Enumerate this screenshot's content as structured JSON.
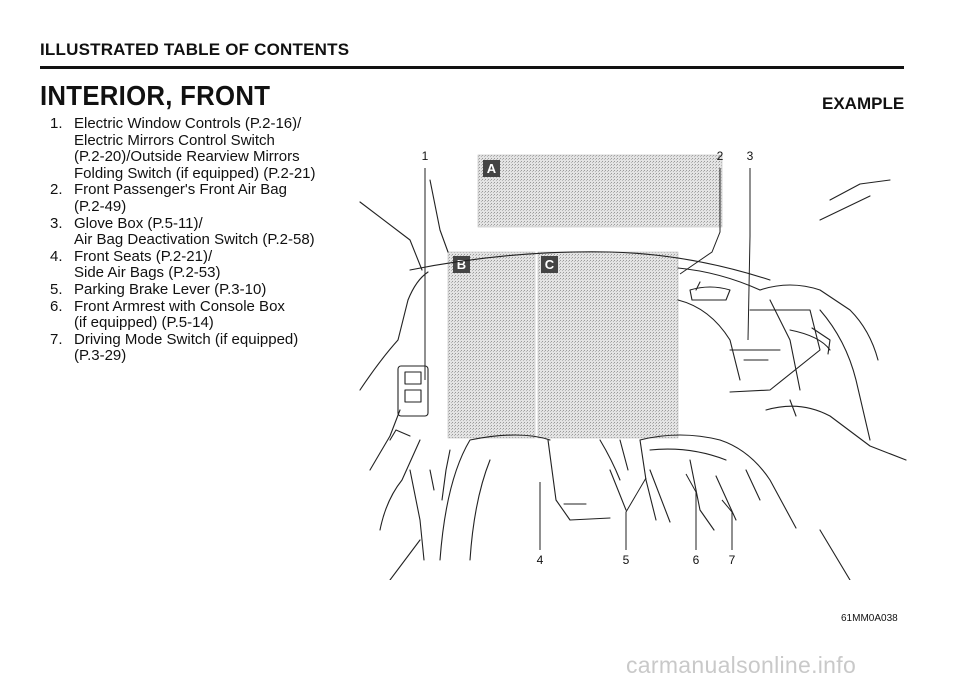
{
  "header": {
    "title": "ILLUSTRATED TABLE OF CONTENTS"
  },
  "section": {
    "title": "INTERIOR, FRONT",
    "example_label": "EXAMPLE"
  },
  "toc": [
    {
      "num": "1.",
      "lines": [
        "Electric Window Controls (P.2-16)/",
        "Electric Mirrors Control Switch",
        "(P.2-20)/Outside Rearview Mirrors",
        "Folding Switch (if equipped) (P.2-21)"
      ]
    },
    {
      "num": "2.",
      "lines": [
        "Front Passenger's Front Air Bag",
        "(P.2-49)"
      ]
    },
    {
      "num": "3.",
      "lines": [
        "Glove Box (P.5-11)/",
        "Air Bag Deactivation Switch (P.2-58)"
      ]
    },
    {
      "num": "4.",
      "lines": [
        "Front Seats (P.2-21)/",
        "Side Air Bags (P.2-53)"
      ]
    },
    {
      "num": "5.",
      "lines": [
        "Parking Brake Lever (P.3-10)"
      ]
    },
    {
      "num": "6.",
      "lines": [
        "Front Armrest with Console Box",
        "(if equipped) (P.5-14)"
      ]
    },
    {
      "num": "7.",
      "lines": [
        "Driving Mode Switch (if equipped)",
        "(P.3-29)"
      ]
    }
  ],
  "callouts": {
    "top": [
      "1",
      "2",
      "3"
    ],
    "bottom": [
      "4",
      "5",
      "6",
      "7"
    ],
    "boxes": [
      "A",
      "B",
      "C"
    ]
  },
  "figure_code": "61MM0A038",
  "watermark": "carmanualsonline.info"
}
